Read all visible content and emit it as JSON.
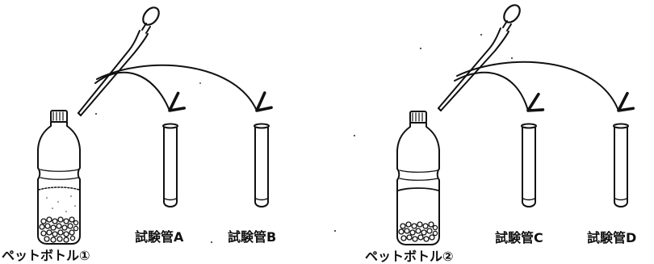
{
  "bottles": [
    {
      "label": "ペットボトル①"
    },
    {
      "label": "ペットボトル②"
    }
  ],
  "tubes": [
    {
      "label": "試験管A"
    },
    {
      "label": "試験管B"
    },
    {
      "label": "試験管C"
    },
    {
      "label": "試験管D"
    }
  ]
}
